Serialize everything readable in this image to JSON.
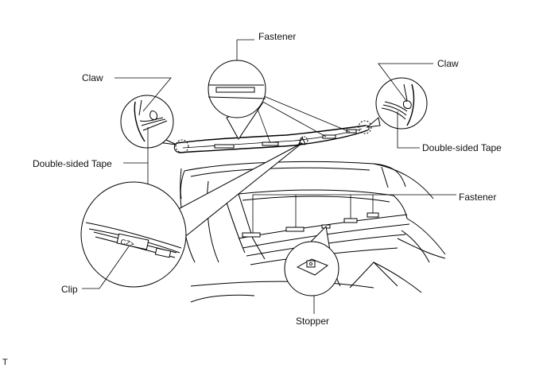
{
  "labels": {
    "fastener_top": "Fastener",
    "claw_left": "Claw",
    "claw_right": "Claw",
    "tape_left": "Double-sided Tape",
    "tape_right": "Double-sided Tape",
    "fastener_right": "Fastener",
    "clip": "Clip",
    "stopper": "Stopper",
    "corner_mark": "T"
  }
}
